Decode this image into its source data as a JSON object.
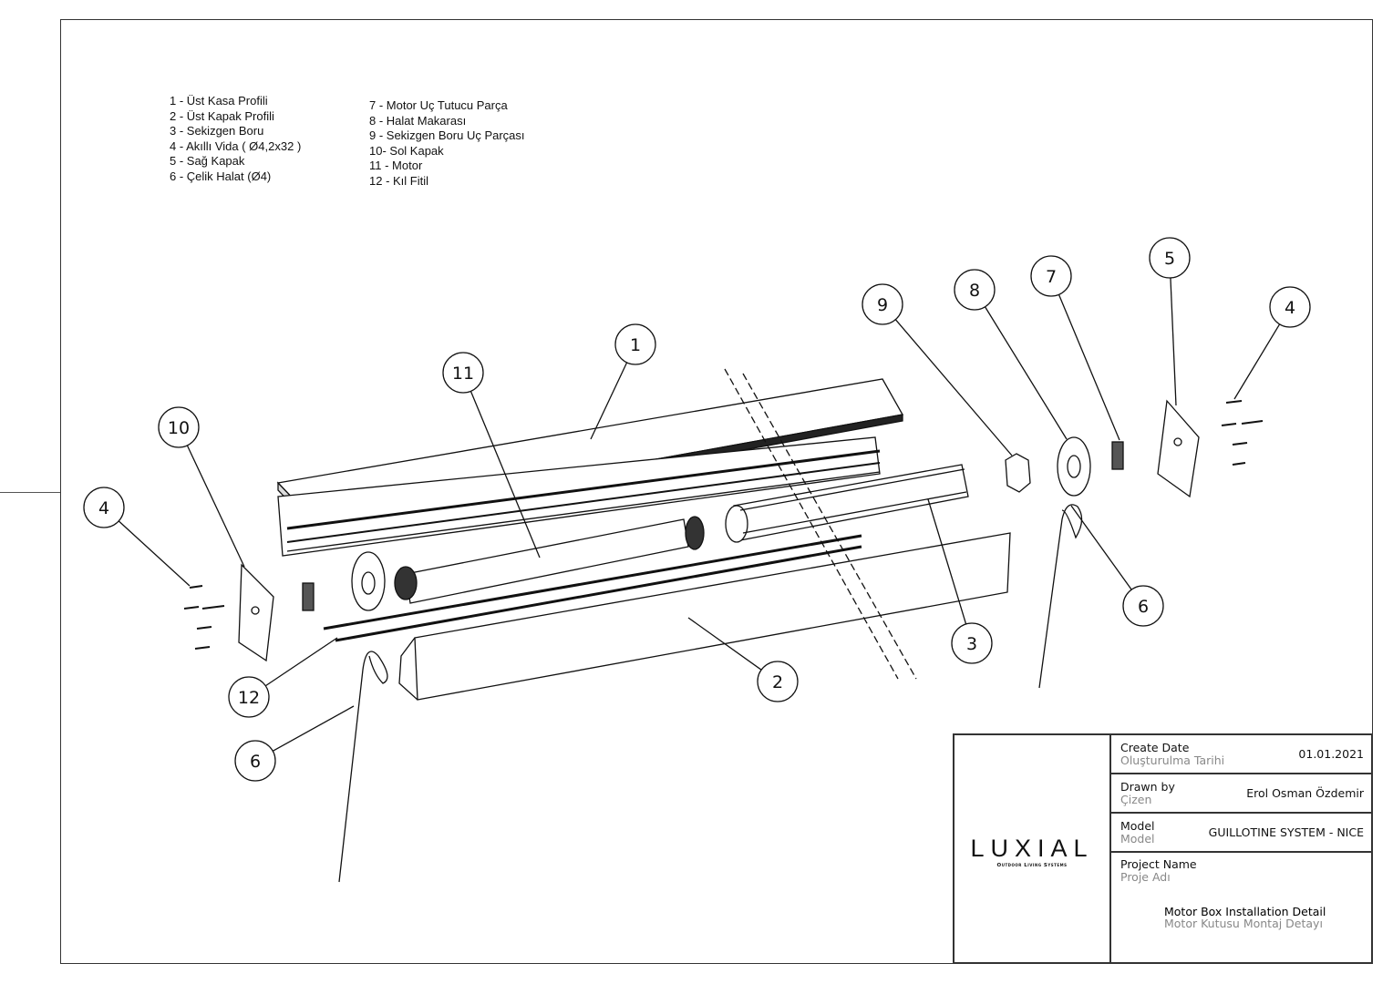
{
  "legend": {
    "left": [
      "1 - Üst Kasa Profili",
      "2 - Üst Kapak Profili",
      "3 - Sekizgen Boru",
      "4 - Akıllı Vida ( Ø4,2x32 )",
      "5 - Sağ Kapak",
      "6 - Çelik Halat (Ø4)"
    ],
    "right": [
      "7 - Motor Uç Tutucu Parça",
      "8 - Halat Makarası",
      "9 - Sekizgen Boru Uç Parçası",
      "10- Sol Kapak",
      "11 - Motor",
      "12 - Kıl Fitil"
    ]
  },
  "callouts": [
    "1",
    "11",
    "10",
    "4",
    "9",
    "8",
    "7",
    "5",
    "4",
    "6",
    "3",
    "2",
    "12",
    "6"
  ],
  "title_block": {
    "logo": "LUXIAL",
    "logo_sub": "Outdoor Living Systems",
    "create_date_label": "Create Date",
    "create_date_label_tr": "Oluşturulma Tarihi",
    "create_date": "01.01.2021",
    "drawn_by_label": "Drawn by",
    "drawn_by_label_tr": "Çizen",
    "drawn_by": "Erol Osman Özdemir",
    "model_label": "Model",
    "model_label_tr": "Model",
    "model": "GUILLOTINE SYSTEM - NICE",
    "project_label": "Project Name",
    "project_label_tr": "Proje Adı",
    "description": "Motor Box Installation Detail",
    "description_tr": "Motor Kutusu Montaj Detayı"
  }
}
